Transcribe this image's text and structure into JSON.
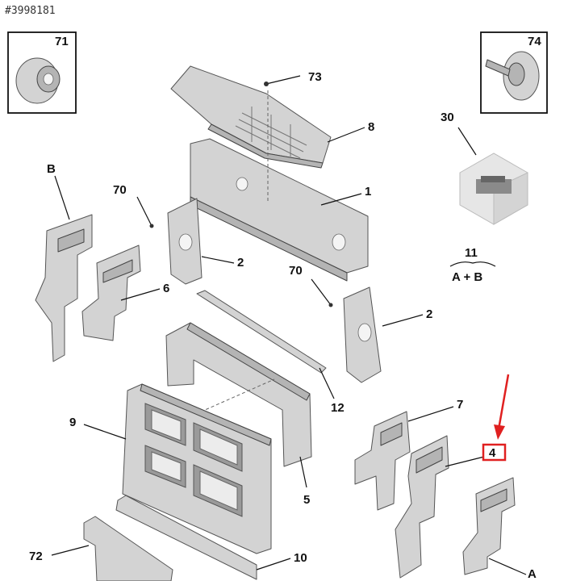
{
  "reference": "#3998181",
  "callouts": {
    "c71": "71",
    "c74": "74",
    "c73": "73",
    "c8": "8",
    "c30": "30",
    "cB": "B",
    "c70a": "70",
    "c1": "1",
    "c11": "11",
    "c11sub": "A + B",
    "c2a": "2",
    "c6": "6",
    "c70b": "70",
    "c2b": "2",
    "c12": "12",
    "c9": "9",
    "c7": "7",
    "c4": "4",
    "c5": "5",
    "c72": "72",
    "c10": "10",
    "cA": "A"
  },
  "colors": {
    "highlight": "#e02020",
    "part_fill": "#d3d3d3",
    "line": "#111111"
  }
}
